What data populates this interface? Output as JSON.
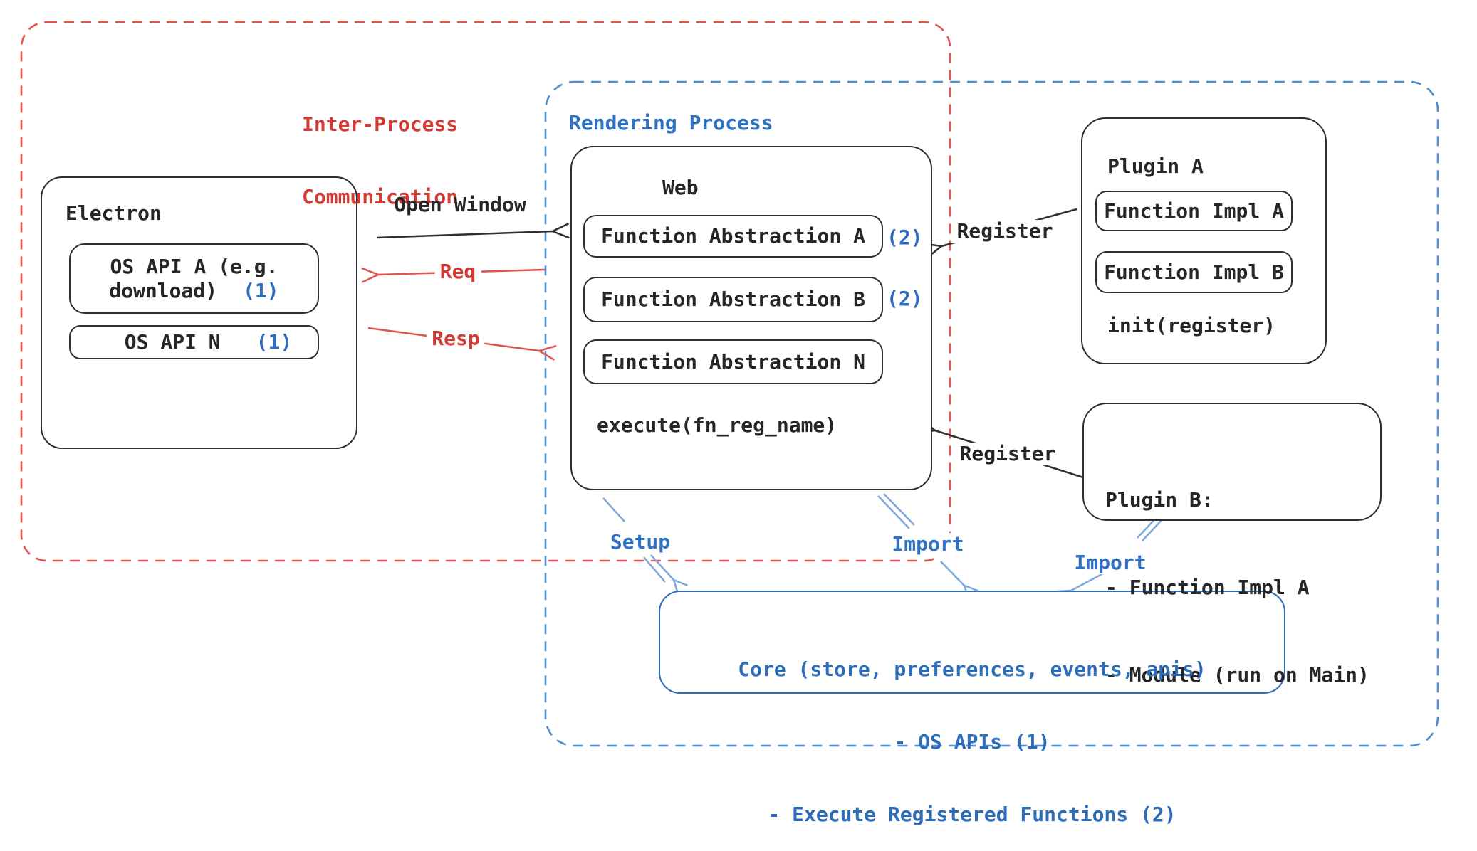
{
  "colors": {
    "red_text": "#d23b33",
    "red_dash_border": "#e2544c",
    "red_arrow": "#dd564e",
    "blue_text": "#2d6cc0",
    "blue_dash_border": "#4e8ed4",
    "blue_arrow": "#7fa7dc",
    "core_border": "#2e6db6",
    "ink": "#262626"
  },
  "ipc": {
    "title_line1": "Inter-Process",
    "title_line2": "Communication"
  },
  "electron": {
    "title": "Electron",
    "api_a_line1": "OS API A (e.g.",
    "api_a_line2": "download)",
    "api_a_badge": "(1)",
    "api_n_label": "OS API N",
    "api_n_badge": "(1)"
  },
  "rendering": {
    "title": "Rendering Process",
    "web": {
      "title": "Web",
      "items": [
        {
          "label": "Function Abstraction A",
          "badge": "(2)"
        },
        {
          "label": "Function Abstraction B",
          "badge": "(2)"
        },
        {
          "label": "Function Abstraction N",
          "badge": ""
        }
      ],
      "footer": "execute(fn_reg_name)"
    }
  },
  "plugin_a": {
    "title": "Plugin A",
    "impl_a": "Function Impl A",
    "impl_b": "Function Impl B",
    "footer": "init(register)"
  },
  "plugin_b": {
    "line1": "Plugin B:",
    "line2": "- Function Impl A",
    "line3": "- Module (run on Main)"
  },
  "core": {
    "line1": "Core (store, preferences, events, apis)",
    "line2": "- OS APIs (1)",
    "line3": "- Execute Registered Functions (2)"
  },
  "labels": {
    "open_window": "Open Window",
    "req": "Req",
    "resp": "Resp",
    "register_top": "Register",
    "register_bottom": "Register",
    "setup": "Setup",
    "import_web": "Import",
    "import_plugin": "Import"
  }
}
